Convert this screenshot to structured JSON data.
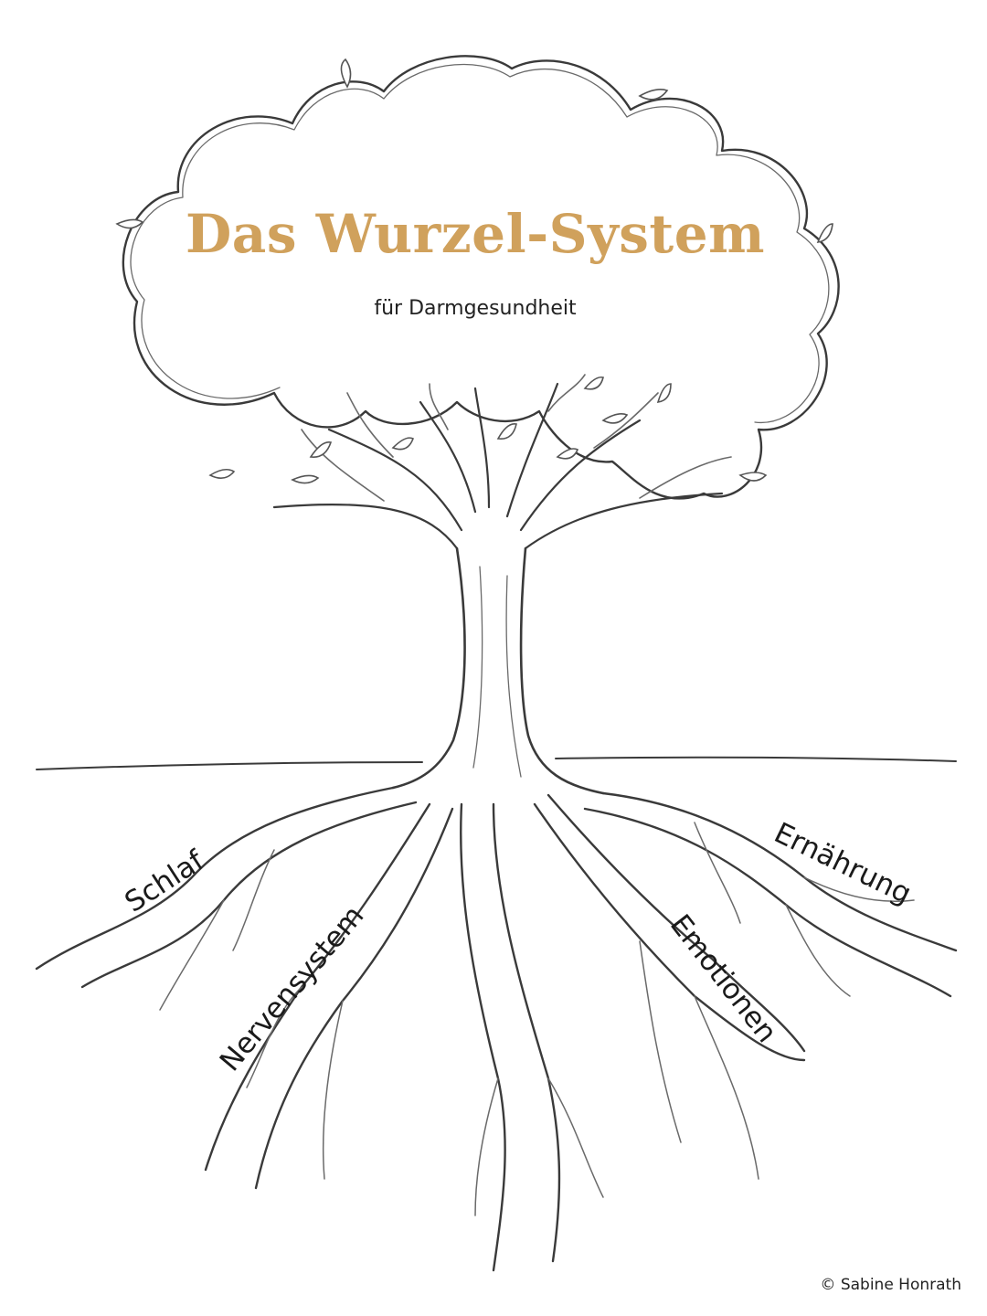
{
  "title": "Das Wurzel-System",
  "subtitle": "für Darmgesundheit",
  "roots": [
    {
      "id": "schlaf",
      "label": "Schlaf"
    },
    {
      "id": "nervensystem",
      "label": "Nervensystem"
    },
    {
      "id": "emotionen",
      "label": "Emotionen"
    },
    {
      "id": "ernaehrung",
      "label": "Ernährung"
    }
  ],
  "copyright": "© Sabine Honrath",
  "colors": {
    "title": "#d0a15c",
    "line": "#3a3a3a"
  }
}
